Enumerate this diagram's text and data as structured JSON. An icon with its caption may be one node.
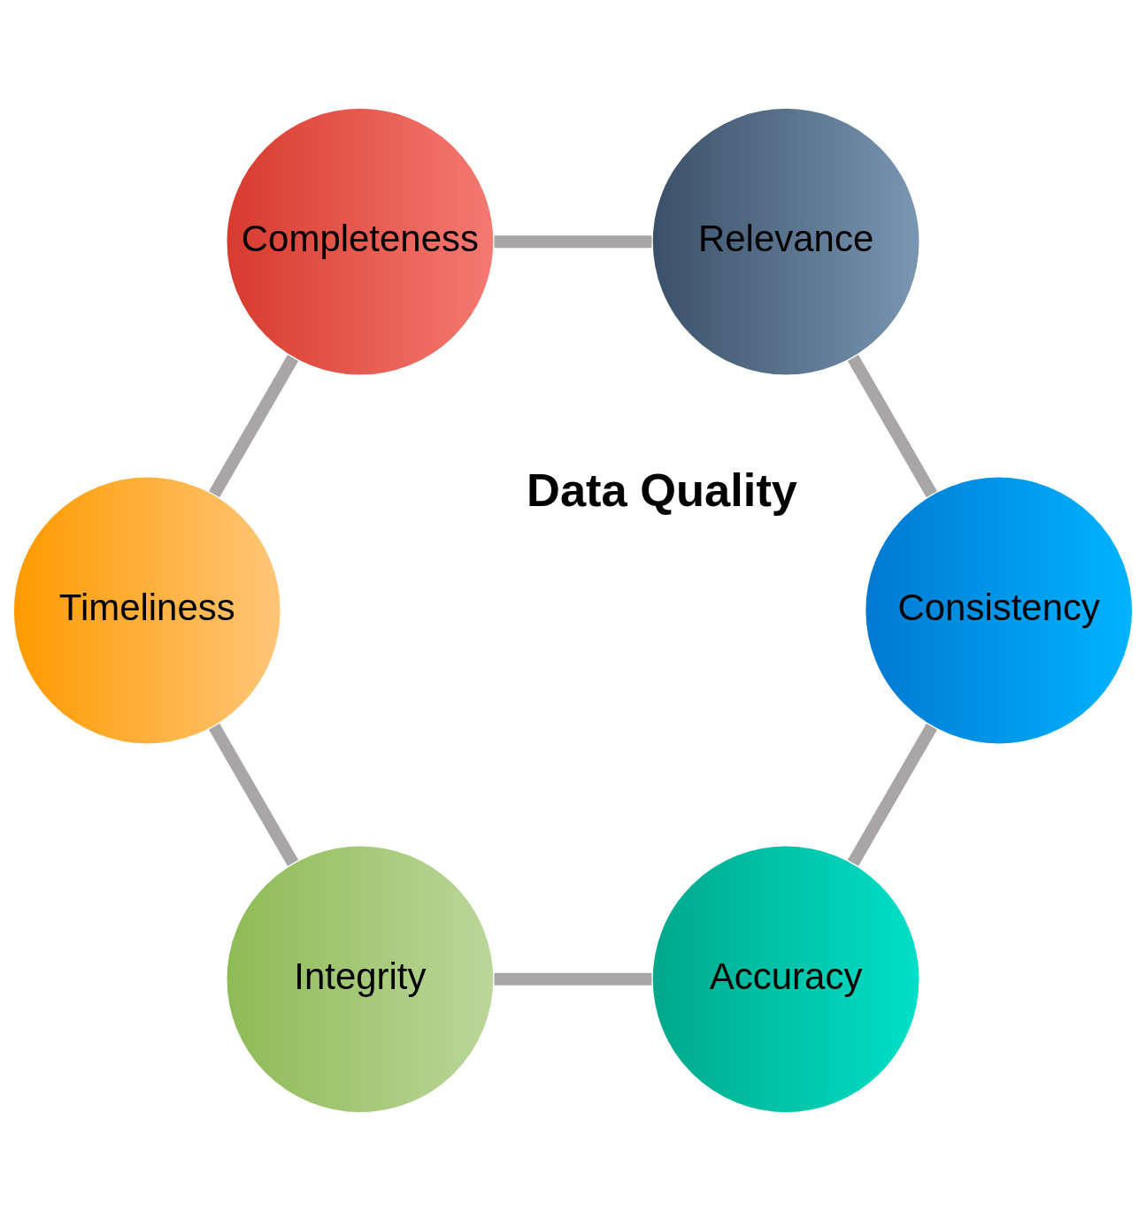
{
  "diagram": {
    "nodes": [
      {
        "text": [
          "Accuracy"
        ]
      },
      {
        "text": [
          "Integrity"
        ]
      },
      {
        "text": [
          "Timeliness"
        ]
      },
      {
        "text": [
          "Completeness"
        ]
      },
      {
        "text": [
          "Relevance"
        ]
      },
      {
        "text": [
          "Consistency"
        ]
      }
    ],
    "edges": [
      {
        "from": 0,
        "to": 1,
        "arrow": "none"
      },
      {
        "from": 1,
        "to": 2,
        "arrow": "none"
      },
      {
        "from": 2,
        "to": 3,
        "arrow": "none"
      },
      {
        "from": 3,
        "to": 4,
        "arrow": "none"
      },
      {
        "from": 4,
        "to": 5,
        "arrow": "none"
      },
      {
        "from": 5,
        "to": 0,
        "arrow": "none"
      }
    ],
    "labels": [
      "Data Quality"
    ]
  }
}
